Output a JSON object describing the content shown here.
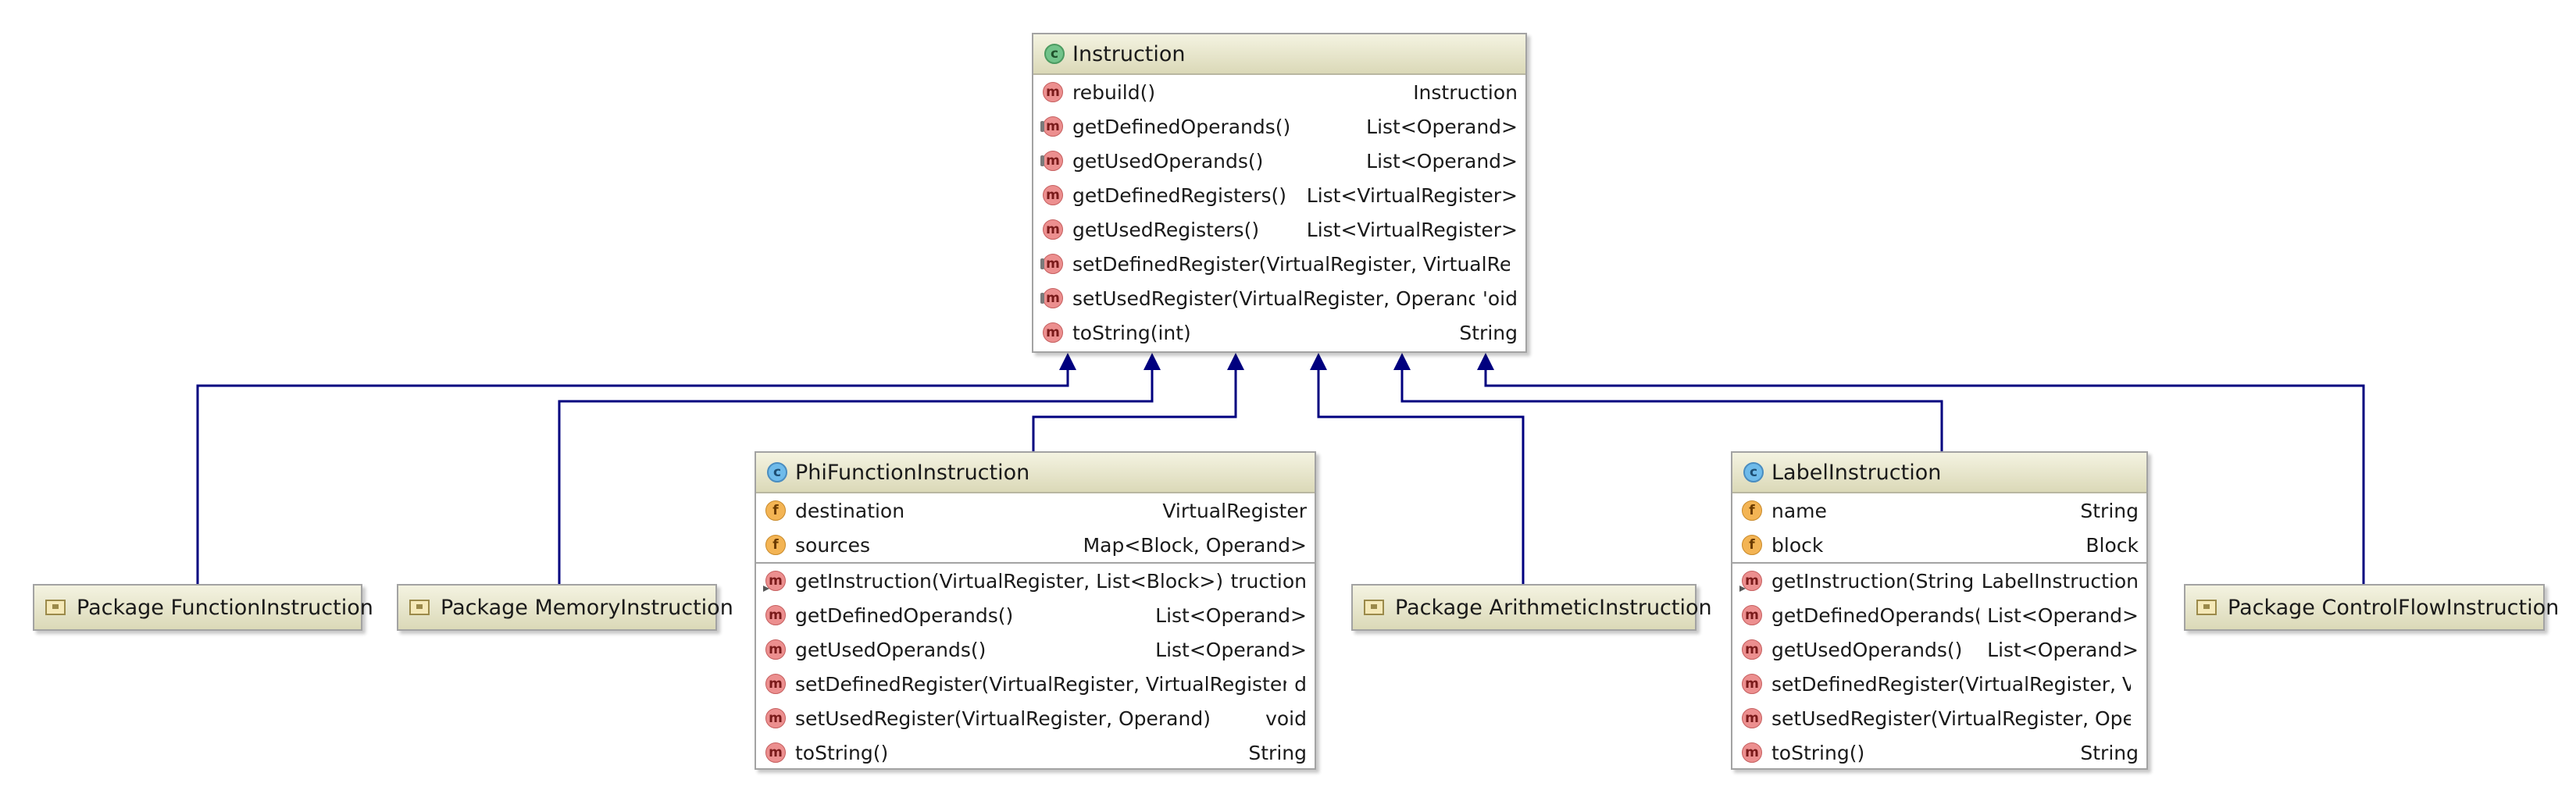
{
  "instruction": {
    "title": "Instruction",
    "methods": [
      {
        "name": "rebuild()",
        "type": "Instruction"
      },
      {
        "name": "getDefinedOperands()",
        "type": "List<Operand>"
      },
      {
        "name": "getUsedOperands()",
        "type": "List<Operand>"
      },
      {
        "name": "getDefinedRegisters()",
        "type": "List<VirtualRegister>"
      },
      {
        "name": "getUsedRegisters()",
        "type": "List<VirtualRegister>"
      },
      {
        "name": "setDefinedRegister(VirtualRegister, VirtualRegi",
        "type": ""
      },
      {
        "name": "setUsedRegister(VirtualRegister, Operand)",
        "type": "'oid"
      },
      {
        "name": "toString(int)",
        "type": "String"
      }
    ]
  },
  "phi": {
    "title": "PhiFunctionInstruction",
    "fields": [
      {
        "name": "destination",
        "type": "VirtualRegister"
      },
      {
        "name": "sources",
        "type": "Map<Block, Operand>"
      }
    ],
    "methods": [
      {
        "name": "getInstruction(VirtualRegister, List<Block>)",
        "type": "truction"
      },
      {
        "name": "getDefinedOperands()",
        "type": "List<Operand>"
      },
      {
        "name": "getUsedOperands()",
        "type": "List<Operand>"
      },
      {
        "name": "setDefinedRegister(VirtualRegister, VirtualRegister)",
        "type": "d"
      },
      {
        "name": "setUsedRegister(VirtualRegister, Operand)",
        "type": "void"
      },
      {
        "name": "toString()",
        "type": "String"
      }
    ]
  },
  "label": {
    "title": "LabelInstruction",
    "fields": [
      {
        "name": "name",
        "type": "String"
      },
      {
        "name": "block",
        "type": "Block"
      }
    ],
    "methods": [
      {
        "name": "getInstruction(String)",
        "type": "LabelInstruction"
      },
      {
        "name": "getDefinedOperands()",
        "type": "List<Operand>"
      },
      {
        "name": "getUsedOperands()",
        "type": "List<Operand>"
      },
      {
        "name": "setDefinedRegister(VirtualRegister, Virt",
        "type": ""
      },
      {
        "name": "setUsedRegister(VirtualRegister, Opera",
        "type": ""
      },
      {
        "name": "toString()",
        "type": "String"
      }
    ]
  },
  "packages": {
    "function": "Package FunctionInstruction",
    "memory": "Package MemoryInstruction",
    "arithmetic": "Package ArithmeticInstruction",
    "controlflow": "Package ControlFlowInstruction"
  },
  "badges": {
    "class": "c",
    "method": "m",
    "field": "f"
  },
  "colors": {
    "edge": "#00007f",
    "header": "#dbd9b8",
    "method_badge": "#ec8f8f",
    "field_badge": "#f3b454",
    "class_badge": "#6fbbea"
  }
}
